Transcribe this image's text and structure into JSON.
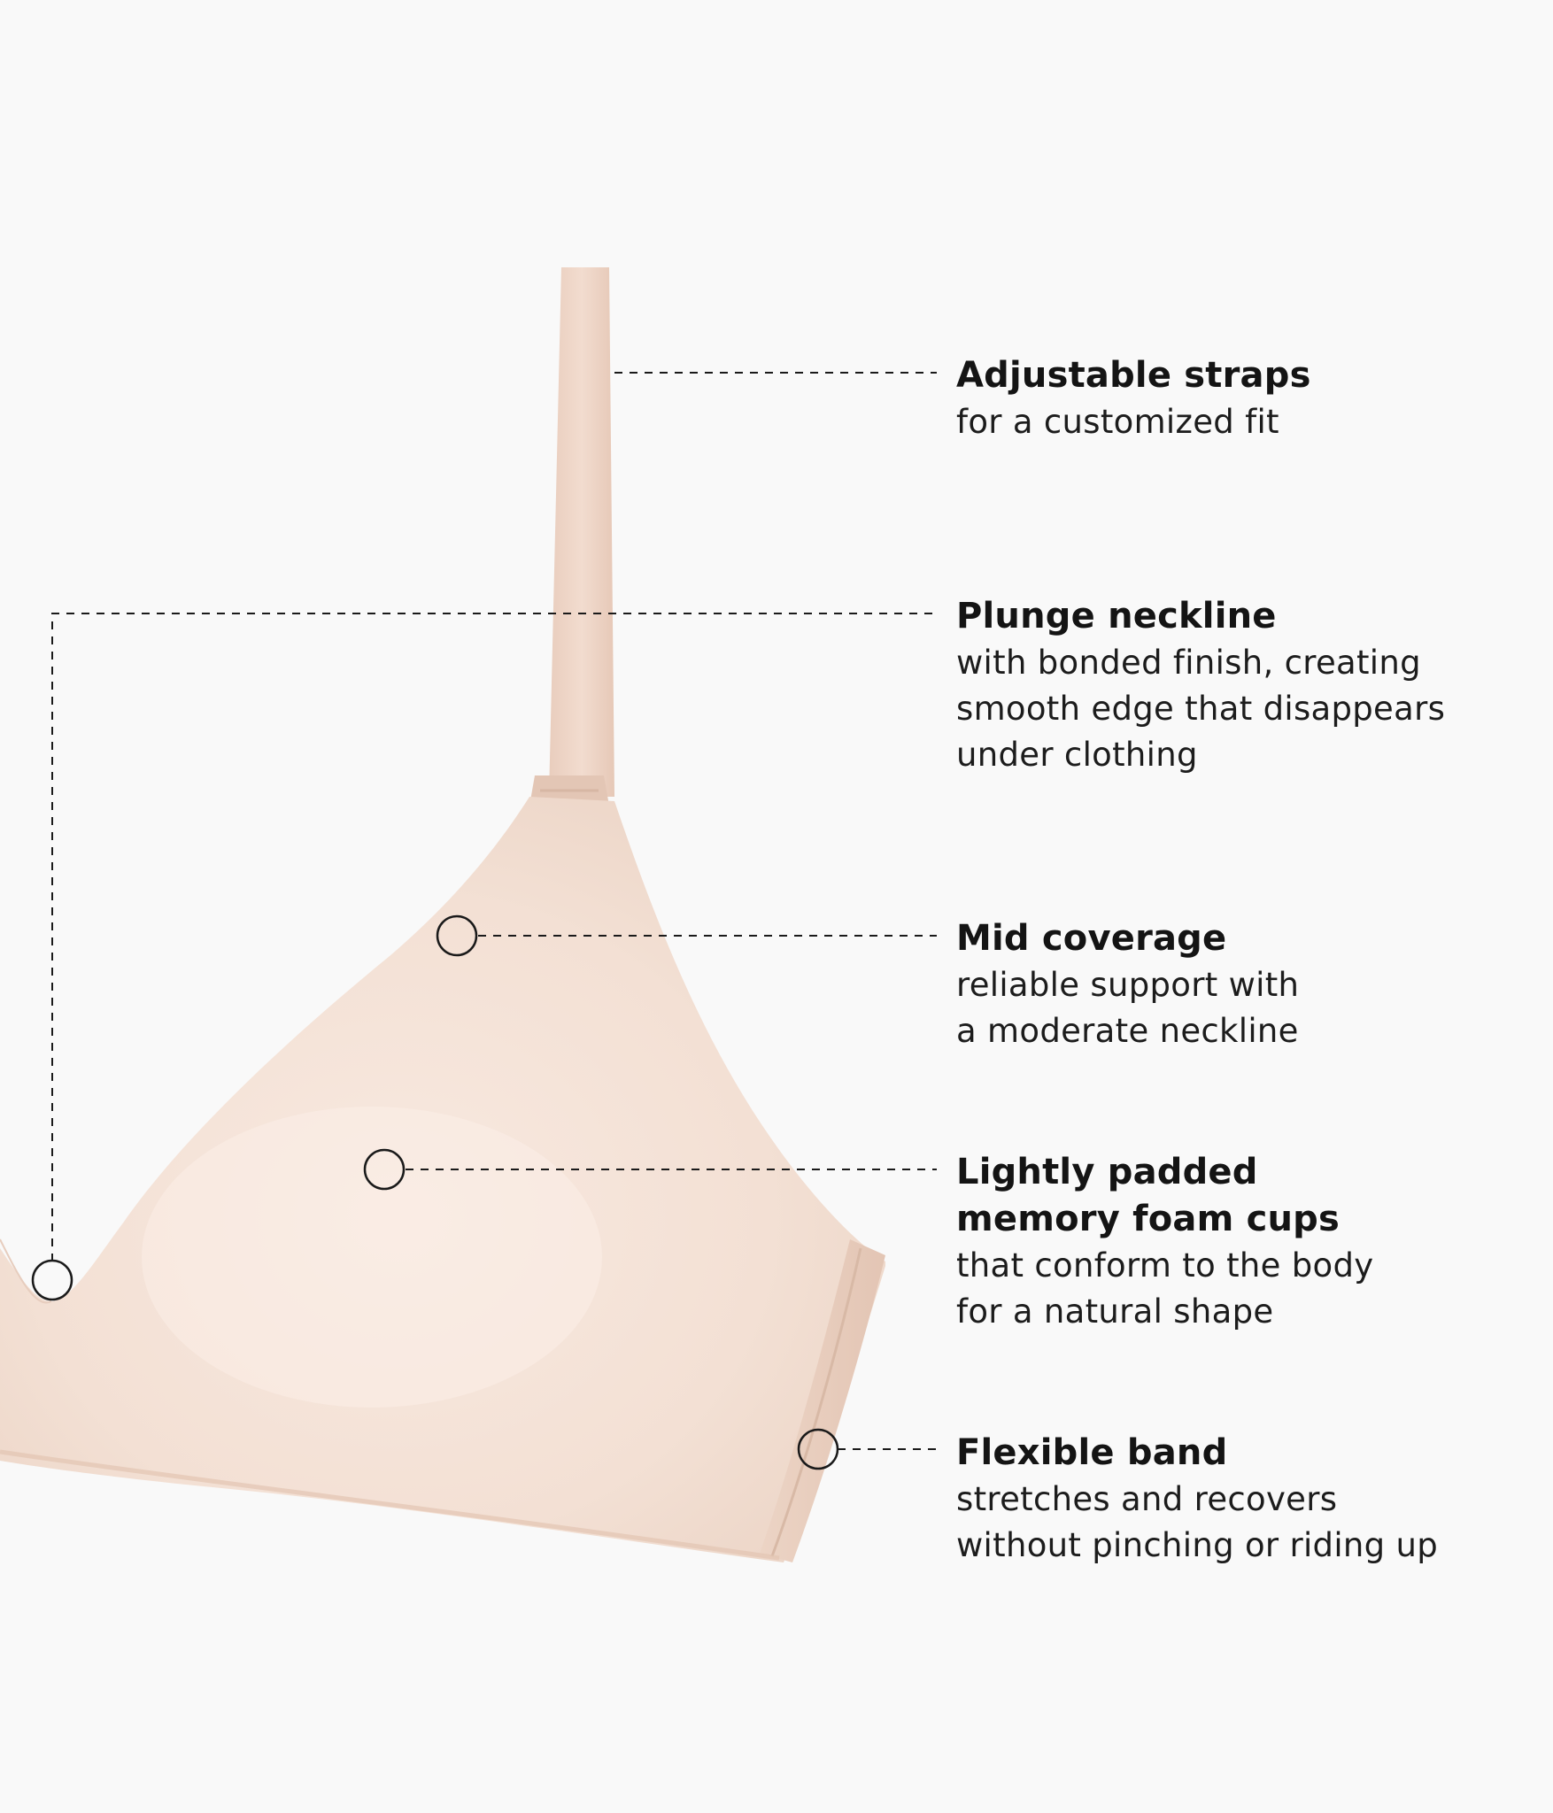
{
  "colors": {
    "background": "#f9f9f9",
    "fabric_light": "#f6e5db",
    "fabric_mid": "#efd8ca",
    "fabric_shadow": "#e6cbbb",
    "strap": "#efd6c8",
    "leader_line": "#1a1a1a",
    "text": "#141414"
  },
  "callouts": [
    {
      "id": "adjustable-straps",
      "title": "Adjustable straps",
      "description": "for a customized fit"
    },
    {
      "id": "plunge-neckline",
      "title": "Plunge neckline",
      "description": "with bonded finish, creating\nsmooth edge that disappears\nunder clothing"
    },
    {
      "id": "mid-coverage",
      "title": "Mid coverage",
      "description": "reliable support with\na moderate neckline"
    },
    {
      "id": "lightly-padded",
      "title": "Lightly padded\nmemory foam cups",
      "description": "that conform to the body\nfor a natural shape"
    },
    {
      "id": "flexible-band",
      "title": "Flexible band",
      "description": "stretches and recovers\nwithout pinching or riding up"
    }
  ]
}
